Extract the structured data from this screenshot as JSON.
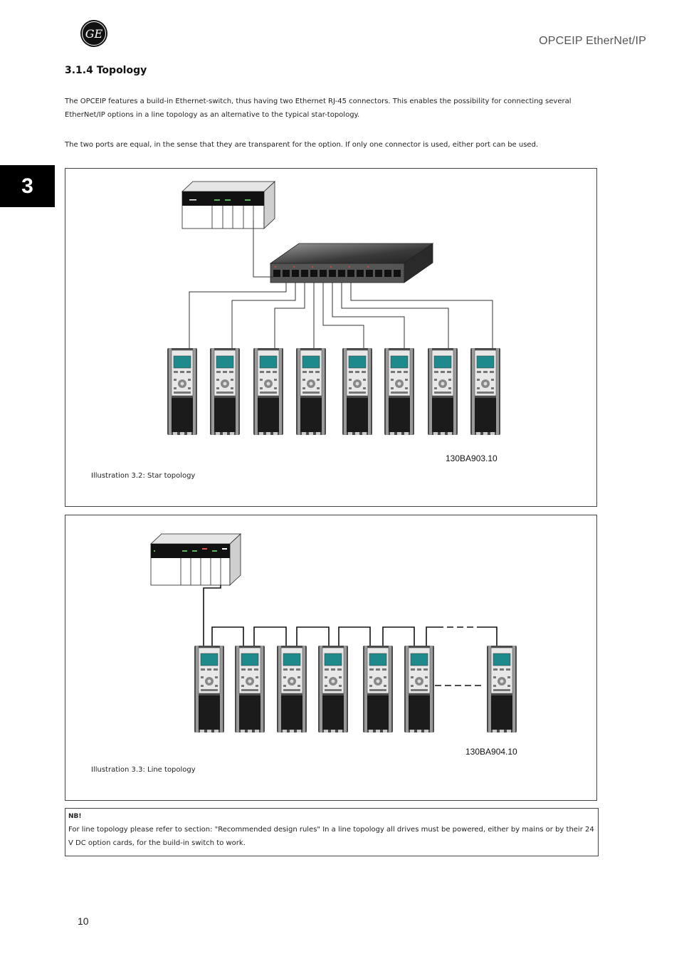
{
  "header": {
    "title": "OPCEIP EtherNet/IP"
  },
  "logo": {
    "text": "GE",
    "icon": "ge-logo-icon"
  },
  "chapter_tab": "3",
  "section": {
    "heading": "3.1.4  Topology",
    "paragraphs": [
      "The OPCEIP features a build-in Ethernet-switch, thus having two Ethernet RJ-45 connectors. This enables the possibility for connecting several EtherNet/IP options in a line topology as an alternative to the typical star-topology.",
      "The two ports are equal, in the sense that they are transparent for the option. If only one connector is used, either port can be used."
    ]
  },
  "figures": [
    {
      "code": "130BA903.10",
      "caption": "Illustration 3.2: Star topology",
      "drive_count": 8
    },
    {
      "code": "130BA904.10",
      "caption": "Illustration 3.3: Line topology",
      "drive_count": 7
    }
  ],
  "note": {
    "title": "NB!",
    "text": "For line topology please refer to section: \"Recommended design rules\" In a line topology all drives must be powered, either by mains or by their 24 V DC option cards, for the build-in switch to work."
  },
  "page_number": "10"
}
